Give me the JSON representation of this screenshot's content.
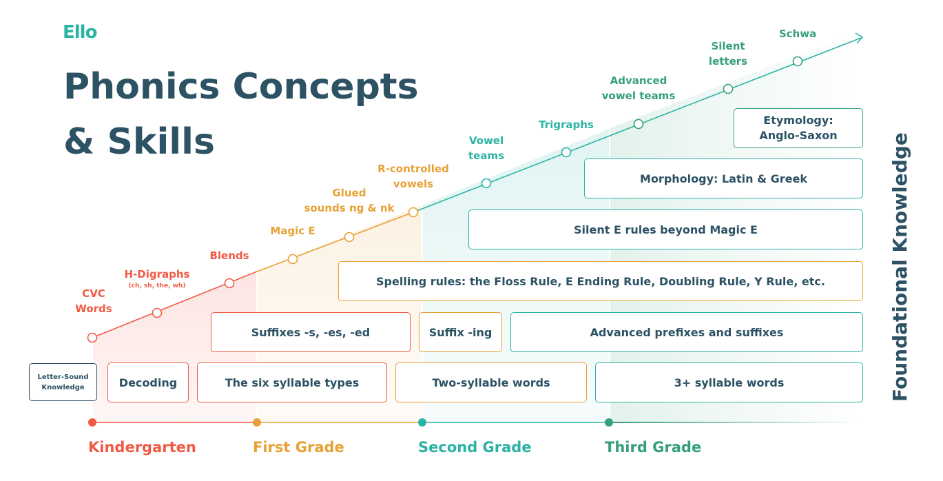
{
  "logo": "Ello",
  "title": {
    "line1": "Phonics Concepts",
    "line2": "& Skills"
  },
  "side_label": "Foundational Knowledge",
  "colors": {
    "kinder": "#f05a45",
    "first": "#e8a136",
    "second": "#2bb3a3",
    "third": "#36a07a",
    "navy": "#2c5264"
  },
  "grades": [
    "Kindergarten",
    "First Grade",
    "Second Grade",
    "Third Grade"
  ],
  "milestones": [
    {
      "label": "CVC\nWords",
      "sub": ""
    },
    {
      "label": "H-Digraphs",
      "sub": "(ch, sh, the, wh)"
    },
    {
      "label": "Blends",
      "sub": ""
    },
    {
      "label": "Magic E",
      "sub": ""
    },
    {
      "label": "Glued\nsounds ng & nk",
      "sub": ""
    },
    {
      "label": "R-controlled\nvowels",
      "sub": ""
    },
    {
      "label": "Vowel\nteams",
      "sub": ""
    },
    {
      "label": "Trigraphs",
      "sub": ""
    },
    {
      "label": "Advanced\nvowel teams",
      "sub": ""
    },
    {
      "label": "Silent\nletters",
      "sub": ""
    },
    {
      "label": "Schwa",
      "sub": ""
    }
  ],
  "boxes": {
    "letter_sound": "Letter-Sound\nKnowledge",
    "decoding": "Decoding",
    "six_syllable": "The six syllable types",
    "two_syllable": "Two-syllable words",
    "three_syllable": "3+ syllable words",
    "suffixes_s": "Suffixes -s, -es, -ed",
    "suffix_ing": "Suffix -ing",
    "advanced_prefixes": "Advanced prefixes and suffixes",
    "spelling_rules": "Spelling rules: the Floss Rule, E Ending Rule, Doubling Rule, Y Rule, etc.",
    "silent_e": "Silent E rules beyond Magic E",
    "morphology": "Morphology: Latin & Greek",
    "etymology": "Etymology:\nAnglo-Saxon"
  }
}
